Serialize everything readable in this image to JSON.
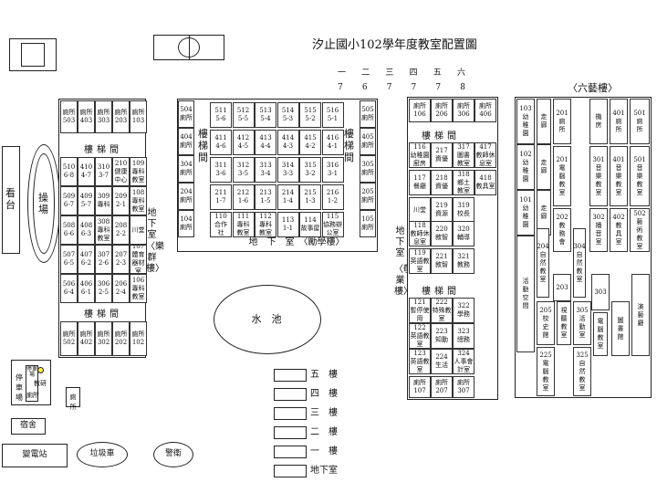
{
  "title": "汐止國小102學年度教室配置圖",
  "grade_header": {
    "labels": [
      "一",
      "二",
      "三",
      "四",
      "五",
      "六"
    ],
    "counts": [
      "7",
      "6",
      "7",
      "7",
      "7",
      "8"
    ]
  },
  "arts_building": "〈六藝樓〉",
  "stage": "看台",
  "playground": "操場",
  "pool": "水　池",
  "stairs": "樓梯間",
  "stairs_vertical": "樓梯間",
  "basement_vertical": "地下室",
  "qunlou": "〈樂群樓〉",
  "jingye": "〈敬業樓〉",
  "lixue": "地　下　室　〈勵學樓〉",
  "left_block": {
    "toilets": [
      "廁所\n503",
      "廁所\n403",
      "廁所\n303",
      "廁所\n203",
      "廁所\n103"
    ],
    "rows": [
      [
        "510\n6-8",
        "410\n4-7",
        "310\n3-7",
        "210\n健康\n中心",
        "109\n專科\n教室"
      ],
      [
        "509\n6-7",
        "409\n5-7",
        "309\n專科",
        "209\n2-1",
        "108\n專科\n教室"
      ],
      [
        "508\n6-6",
        "408\n6-3",
        "308\n專科\n教室",
        "208\n2-2",
        "川堂"
      ],
      [
        "507\n6-5",
        "407\n6-2",
        "307\n2-6",
        "207\n2-3",
        "107\n體育\n器材室"
      ],
      [
        "506\n6-4",
        "406\n6-1",
        "306\n2-5",
        "206\n2-4",
        "106\n專科\n教室"
      ]
    ],
    "bottom_toilets": [
      "廁所\n502",
      "廁所\n402",
      "廁所\n302",
      "廁所\n202",
      "廁所\n102"
    ]
  },
  "center_block": {
    "side_top": [
      "504\n廁所",
      "404\n廁所",
      "304\n廁所",
      "204\n廁所",
      "104\n廁所"
    ],
    "row5": [
      "511\n5-6",
      "512\n5-5",
      "513\n5-4",
      "514\n5-3",
      "515\n5-2",
      "516\n5-1"
    ],
    "row4": [
      "411\n4-6",
      "412\n4-5",
      "413\n4-4",
      "414\n4-3",
      "415\n4-2",
      "416\n4-1"
    ],
    "row3": [
      "311\n3-6",
      "312\n3-5",
      "313\n3-4",
      "314\n3-3",
      "315\n3-2",
      "316\n3-1"
    ],
    "row2": [
      "211\n1-7",
      "212\n1-6",
      "213\n1-5",
      "214\n1-4",
      "215\n1-3",
      "216\n1-2"
    ],
    "row1": [
      "110\n合作\n社",
      "111\n專科\n教室",
      "112\n專科\n教室",
      "113\n1-1",
      "114\n故事屋",
      "115\n協務辦\n公室"
    ],
    "side_right": [
      "505\n廁所",
      "405\n廁所",
      "305\n廁所",
      "205\n廁所",
      "105\n廁所"
    ]
  },
  "jingye_block": {
    "top_toilets": [
      "廁所\n106",
      "廁所\n206",
      "廁所\n306",
      "廁所\n406"
    ],
    "cells": [
      "116\n幼稚園\n廚房",
      "217\n資優",
      "317\n圖書\n教室",
      "417\n教師休\n息室",
      "117\n餐廳",
      "218\n資優",
      "318\n鄉土\n教室",
      "418\n教具室",
      "川堂",
      "219\n資源",
      "319\n校長",
      "118\n教師休\n息室",
      "220\n敘智",
      "320\n輔導",
      "119\n英語教\n室",
      "221\n敘智",
      "321\n教務",
      "121\n暫停使\n用",
      "222\n特殊教\n室",
      "322\n學務",
      "122\n英語教\n室",
      "223\n知動",
      "323\n總務",
      "123\n英語教\n室",
      "224\n生活",
      "324\n人事會\n計室"
    ],
    "bottom_toilets": [
      "廁所\n107",
      "廁所\n207",
      "廁所\n307"
    ]
  },
  "arts_block": {
    "col1": [
      "103\n幼\n稚\n園",
      "102\n幼\n稚\n園",
      "101\n幼\n稚\n園",
      "活\n動\n空\n間"
    ],
    "walkway": "走\n廊",
    "toilet": "廁\n所",
    "rooms": [
      "201\n廁\n所",
      "機\n房",
      "401\n廁\n所",
      "501\n廁\n所",
      "201\n電\n腦\n教\n室",
      "301\n音\n樂\n教\n室",
      "401\n音\n樂\n教\n室",
      "501\n音\n樂\n教\n室",
      "202\n教\n務\n會",
      "302\n播\n音\n室",
      "402\n教\n具\n室",
      "502\n藝\n術\n教\n室",
      "204\n自\n然\n教\n室",
      "304\n自\n然\n教\n室",
      "203",
      "303",
      "205\n校\n史\n館",
      "305\n活\n動\n室",
      "225\n電\n腦\n教\n室",
      "325\n自\n然\n教\n室",
      "視\n聽\n教\n室",
      "電\n腦\n教\n室",
      "圖\n書\n館",
      "演\n藝\n廳"
    ]
  },
  "misc": {
    "bike_shed": "停車場",
    "toilet_small": "廁所",
    "teacher_research": "教研",
    "parking_small": "停車\n場",
    "dorm": "宿舍",
    "substation": "變電站",
    "garbage_truck": "垃圾車",
    "guard": "警衛",
    "toilet_right": "廁\n所"
  },
  "legend": {
    "items": [
      "五　樓",
      "四　樓",
      "三　樓",
      "二　樓",
      "一　樓",
      "地下室"
    ]
  }
}
